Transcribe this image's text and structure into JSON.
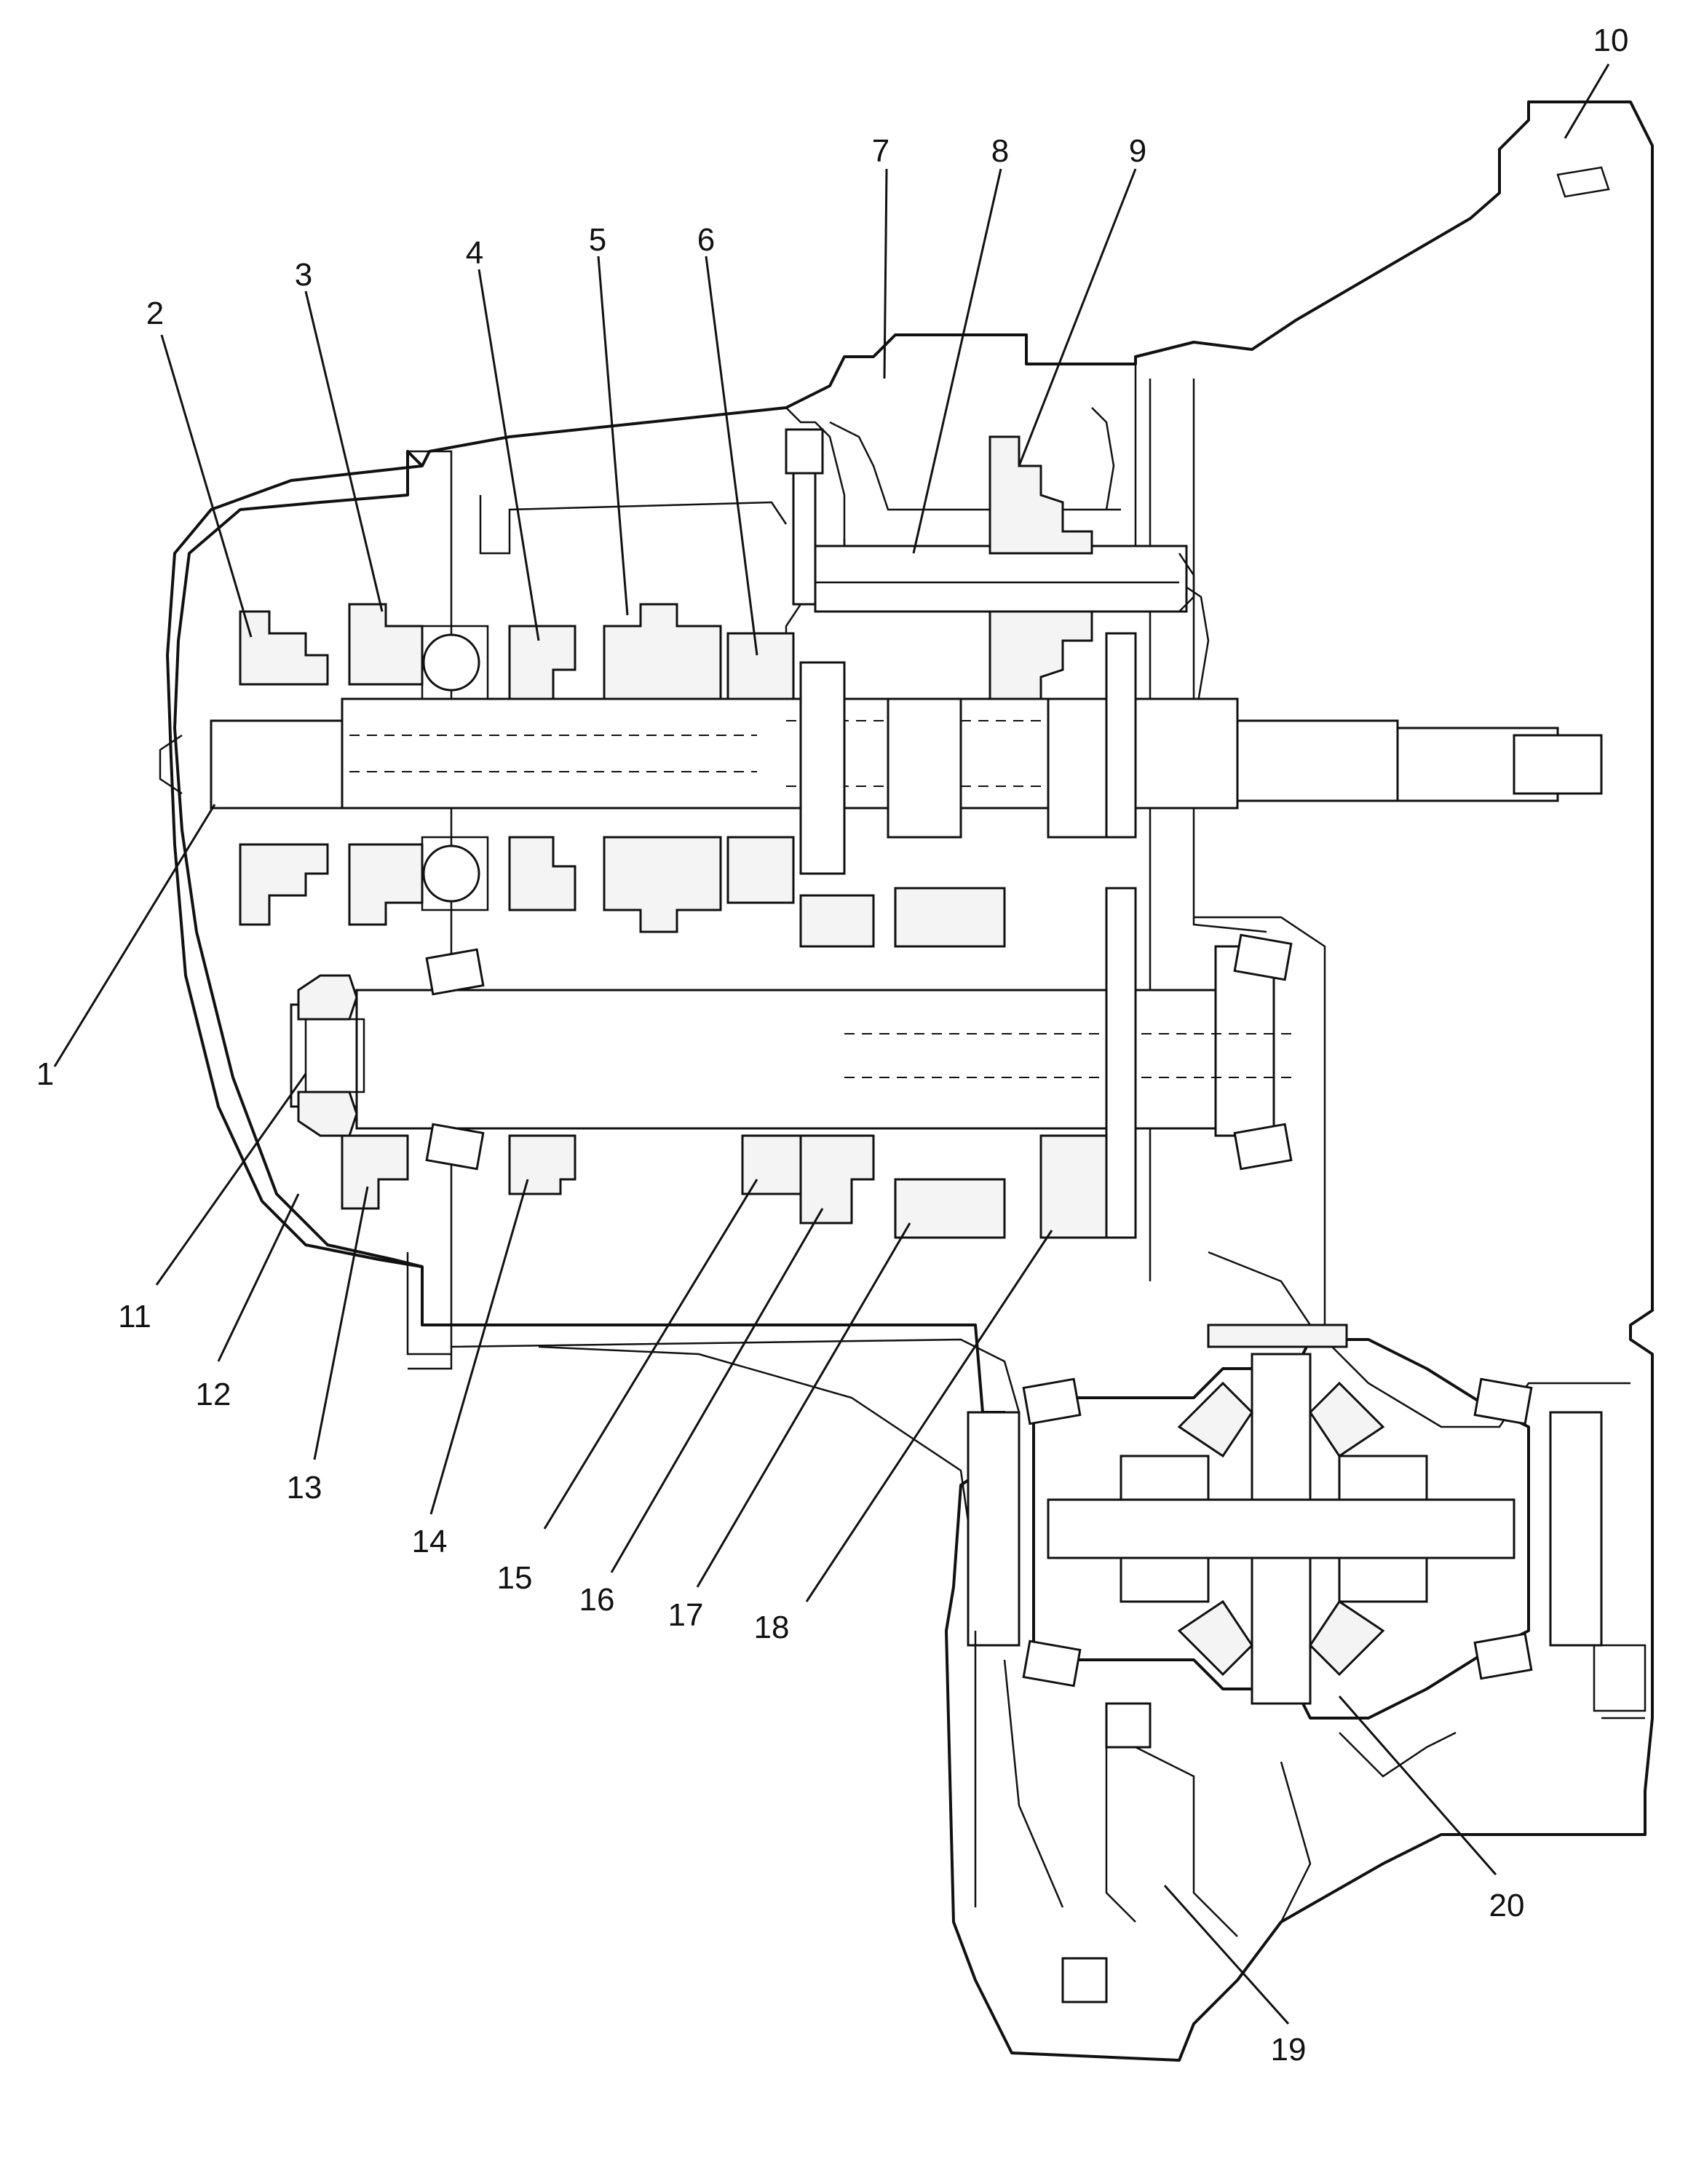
{
  "figure": {
    "callouts": [
      {
        "id": "c1",
        "label": "1"
      },
      {
        "id": "c2",
        "label": "2"
      },
      {
        "id": "c3",
        "label": "3"
      },
      {
        "id": "c4",
        "label": "4"
      },
      {
        "id": "c5",
        "label": "5"
      },
      {
        "id": "c6",
        "label": "6"
      },
      {
        "id": "c7",
        "label": "7"
      },
      {
        "id": "c8",
        "label": "8"
      },
      {
        "id": "c9",
        "label": "9"
      },
      {
        "id": "c10",
        "label": "10"
      },
      {
        "id": "c11",
        "label": "11"
      },
      {
        "id": "c12",
        "label": "12"
      },
      {
        "id": "c13",
        "label": "13"
      },
      {
        "id": "c14",
        "label": "14"
      },
      {
        "id": "c15",
        "label": "15"
      },
      {
        "id": "c16",
        "label": "16"
      },
      {
        "id": "c17",
        "label": "17"
      },
      {
        "id": "c18",
        "label": "18"
      },
      {
        "id": "c19",
        "label": "19"
      },
      {
        "id": "c20",
        "label": "20"
      }
    ]
  }
}
